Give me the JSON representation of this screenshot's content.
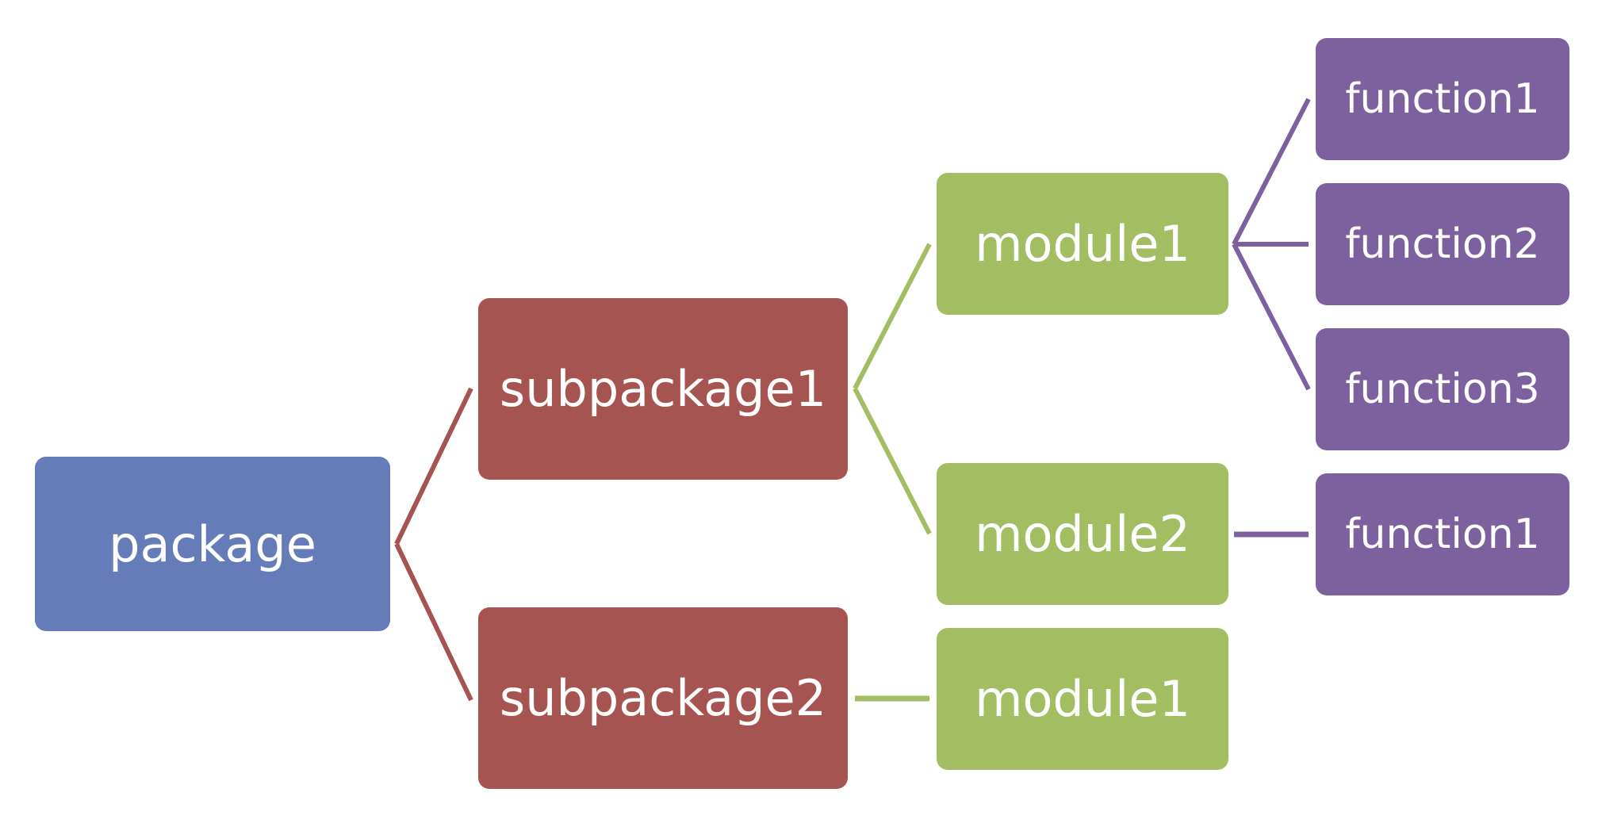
{
  "colors": {
    "package": "#667cb9",
    "subpackage": "#a65452",
    "module": "#a3bd63",
    "function": "#7c619e"
  },
  "nodes": {
    "package": {
      "label": "package"
    },
    "subpackage1": {
      "label": "subpackage1"
    },
    "subpackage2": {
      "label": "subpackage2"
    },
    "sp1_module1": {
      "label": "module1"
    },
    "sp1_module2": {
      "label": "module2"
    },
    "sp2_module1": {
      "label": "module1"
    },
    "m1_function1": {
      "label": "function1"
    },
    "m1_function2": {
      "label": "function2"
    },
    "m1_function3": {
      "label": "function3"
    },
    "m2_function1": {
      "label": "function1"
    }
  }
}
